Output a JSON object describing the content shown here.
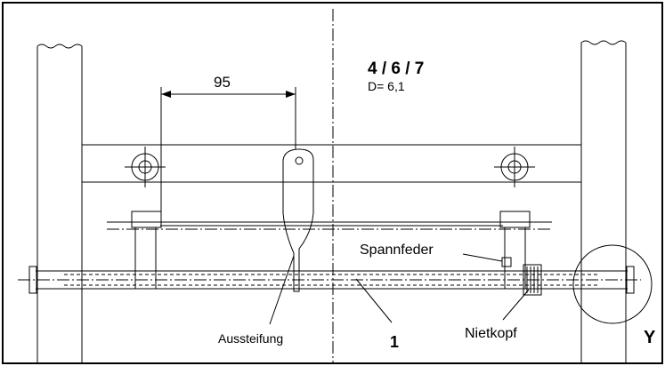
{
  "labels": {
    "dimension": "95",
    "part_numbers": "4 / 6 / 7",
    "diameter": "D= 6,1",
    "spring": "Spannfeder",
    "stiffener": "Aussteifung",
    "item_number": "1",
    "rivet_head": "Nietkopf",
    "detail_marker": "Y"
  }
}
